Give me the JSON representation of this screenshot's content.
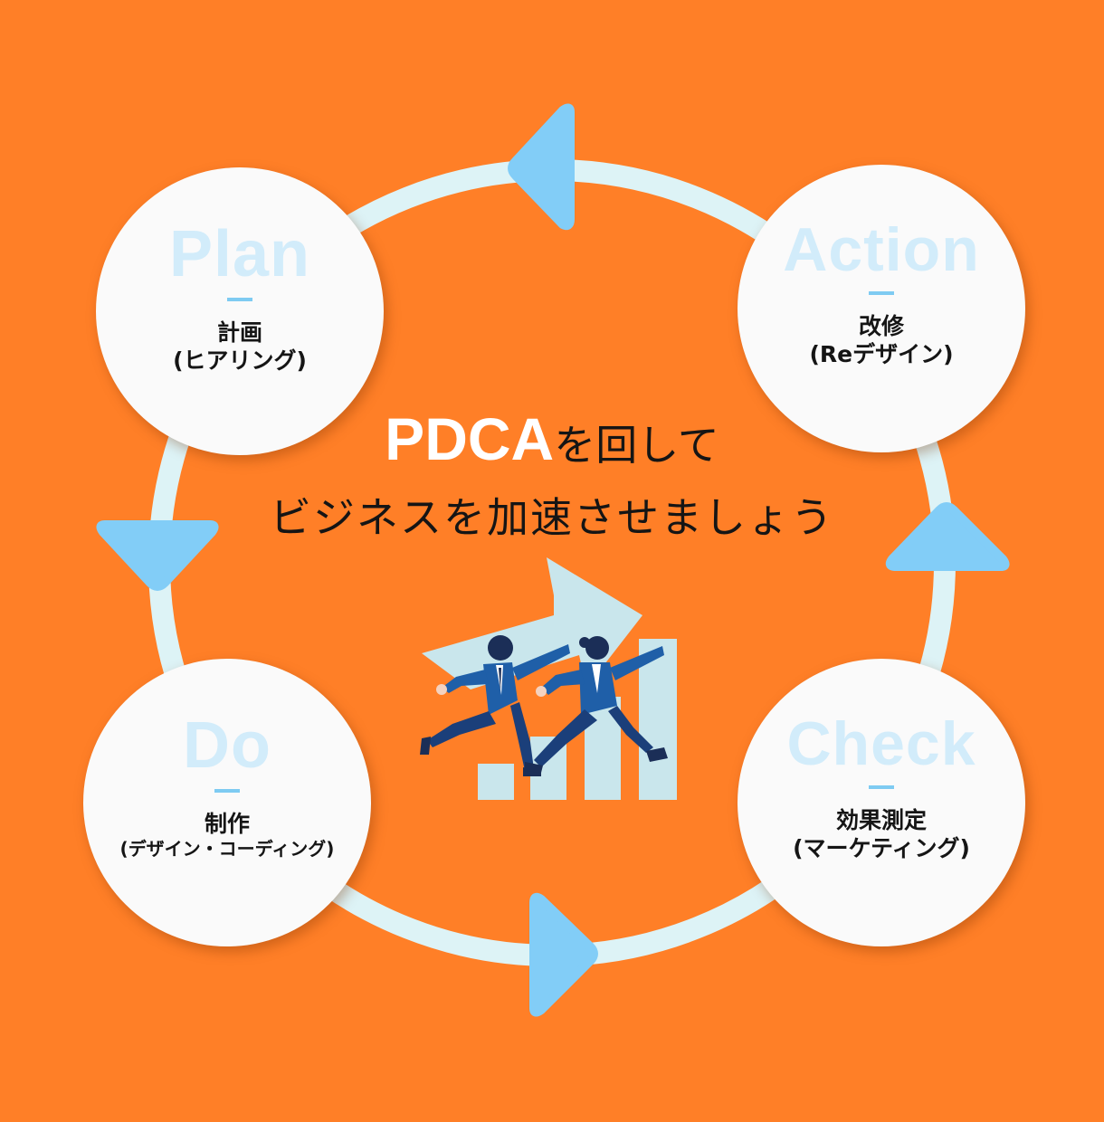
{
  "colors": {
    "background": "#FF7F27",
    "ring": "#DDF3F6",
    "arrow": "#82CDF7",
    "node_fill": "#FAFAFA",
    "node_en_text": "#D2ECFA",
    "suit": "#1F5FA8"
  },
  "headline": {
    "pdca": "PDCA",
    "rest": "を回して",
    "line2": "ビジネスを加速させましょう"
  },
  "nodes": {
    "plan": {
      "en": "Plan",
      "title": "計画",
      "sub": "(ヒアリング)"
    },
    "action": {
      "en": "Action",
      "title": "改修",
      "sub": "(Reデザイン)"
    },
    "do": {
      "en": "Do",
      "title": "制作",
      "sub": "(デザイン・コーディング)"
    },
    "check": {
      "en": "Check",
      "title": "効果測定",
      "sub": "(マーケティング)"
    }
  },
  "illustration": "business-people-running-growth-chart-icon",
  "cycle_arrows": [
    "arrow-left-icon",
    "arrow-down-icon",
    "arrow-right-icon",
    "arrow-up-icon"
  ]
}
